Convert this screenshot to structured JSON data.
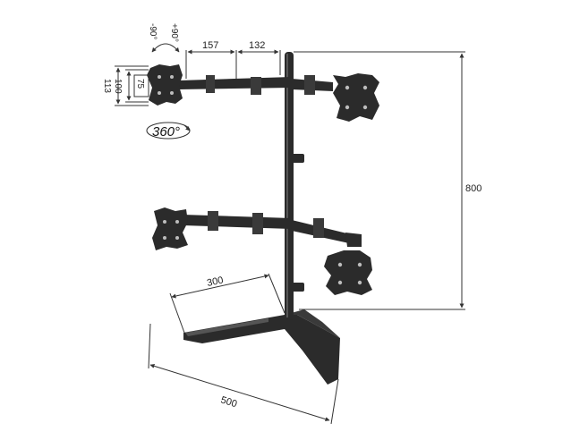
{
  "diagram": {
    "dimensions": {
      "pole_height": "800",
      "base_depth": "500",
      "base_width": "300",
      "arm_segment_1": "157",
      "arm_segment_2": "132",
      "vesa_outer": "113",
      "vesa_large": "100",
      "vesa_small": "75"
    },
    "rotation": {
      "swivel": "360°",
      "tilt_minus": "-90°",
      "tilt_plus": "+90°"
    }
  }
}
